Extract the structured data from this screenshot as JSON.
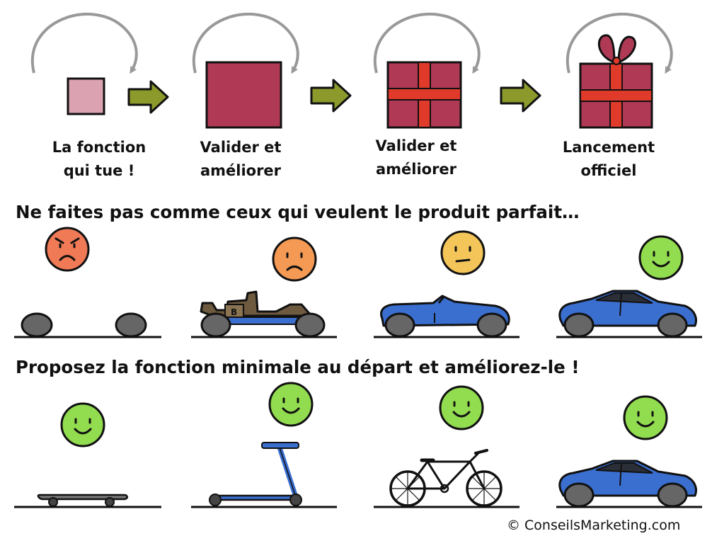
{
  "steps": [
    {
      "line1": "La fonction",
      "line2": "qui tue !"
    },
    {
      "line1": "Valider et",
      "line2": "améliorer"
    },
    {
      "line1": "Valider et",
      "line2": "améliorer"
    },
    {
      "line1": "Lancement",
      "line2": "officiel"
    }
  ],
  "headings": {
    "wrong": "Ne faites pas comme ceux qui veulent le produit parfait…",
    "right": "Proposez la fonction minimale au départ et améliorez-le !"
  },
  "credit": "© ConseilsMarketing.com",
  "colors": {
    "feature_small": "#dba3b2",
    "feature_box": "#b03a55",
    "ribbon": "#e03a2a",
    "arrow": "#8c9a2c",
    "loop": "#999999",
    "car_blue": "#3a6fd0",
    "wheel": "#666666",
    "face_red": "#f07a56",
    "face_orange": "#f59a55",
    "face_yellow": "#f4c65a",
    "face_green": "#92dc50"
  },
  "rows": {
    "wrong": [
      {
        "item": "two-wheels",
        "mood": "angry"
      },
      {
        "item": "kart-chassis",
        "mood": "sad"
      },
      {
        "item": "convertible-car",
        "mood": "neutral"
      },
      {
        "item": "sedan-car",
        "mood": "happy"
      }
    ],
    "right": [
      {
        "item": "skateboard",
        "mood": "happy"
      },
      {
        "item": "scooter",
        "mood": "happy"
      },
      {
        "item": "bicycle",
        "mood": "happy"
      },
      {
        "item": "sedan-car",
        "mood": "happy"
      }
    ]
  }
}
